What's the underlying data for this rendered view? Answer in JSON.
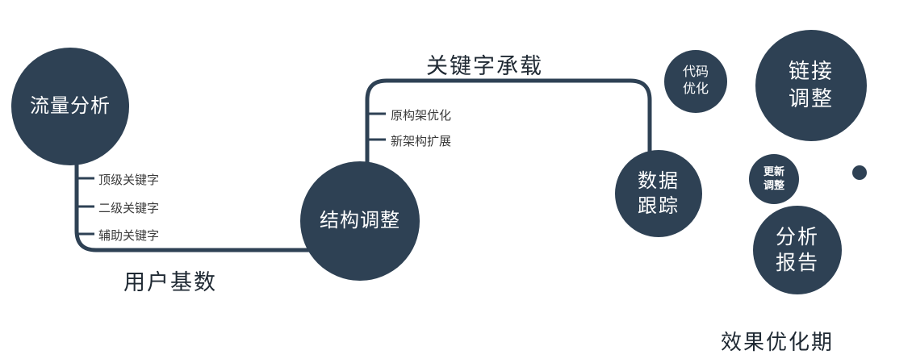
{
  "colors": {
    "primary": "#2e4154",
    "background": "#ffffff",
    "edge_label_text": "#1f2933",
    "branch_label_text": "#3a3a3a",
    "node_text": "#ffffff"
  },
  "nodes": {
    "traffic": {
      "label": "流量分析"
    },
    "structure": {
      "label": "结构调整"
    },
    "tracking": {
      "line1": "数据",
      "line2": "跟踪"
    },
    "code": {
      "line1": "代码",
      "line2": "优化"
    },
    "link": {
      "line1": "链接",
      "line2": "调整"
    },
    "update": {
      "line1": "更新",
      "line2": "调整"
    },
    "report": {
      "line1": "分析",
      "line2": "报告"
    }
  },
  "edges": {
    "user_base_label": "用户基数",
    "keyword_carry_label": "关键字承载"
  },
  "branch1": {
    "items": [
      "顶级关键字",
      "二级关键字",
      "辅助关键字"
    ]
  },
  "branch2": {
    "items": [
      "原构架优化",
      "新架构扩展"
    ]
  },
  "footer": "效果优化期"
}
